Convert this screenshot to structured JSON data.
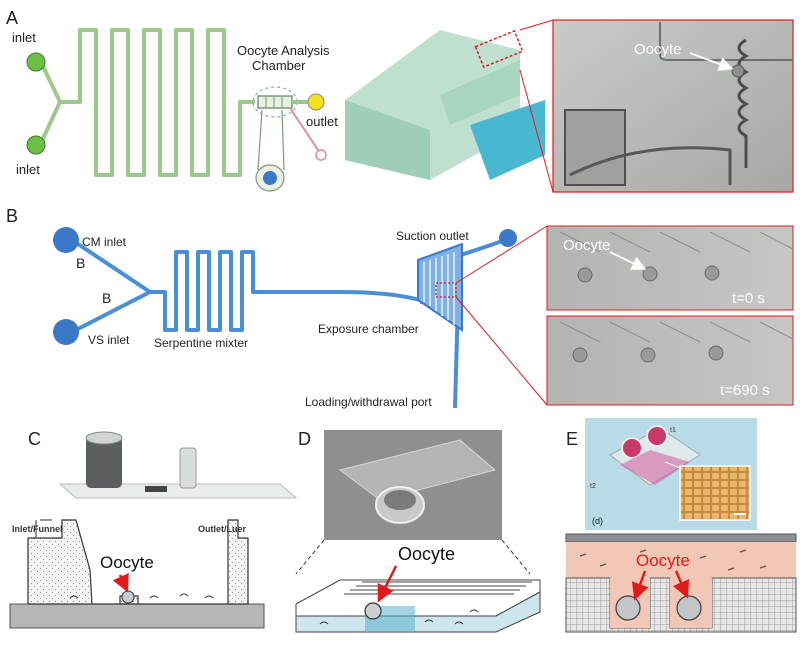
{
  "panel_labels": {
    "a": "A",
    "b": "B",
    "c": "C",
    "d": "D",
    "e": "E"
  },
  "panel_a": {
    "inlet_top": "inlet",
    "inlet_bottom": "inlet",
    "chamber_label_line1": "Oocyte Analysis",
    "chamber_label_line2": "Chamber",
    "outlet": "outlet",
    "micrograph_oocyte": "Oocyte"
  },
  "panel_b": {
    "cm_inlet": "CM inlet",
    "vs_inlet": "VS inlet",
    "branch_upper": "B",
    "branch_lower": "B",
    "serpentine": "Serpentine mixter",
    "suction_outlet": "Suction outlet",
    "exposure_chamber": "Exposure chamber",
    "loading_port": "Loading/withdrawal port",
    "micrograph_oocyte": "Oocyte",
    "time_top": "t=0 s",
    "time_bottom": "t=690 s"
  },
  "panel_c": {
    "inlet_funnel": "Inlet/Funnel",
    "outlet_luer": "Outlet/Luer",
    "oocyte": "Oocyte"
  },
  "panel_d": {
    "oocyte": "Oocyte"
  },
  "panel_e": {
    "photo_label_1": "t1",
    "photo_label_2": "t2",
    "inset_label": "(d)",
    "oocyte": "Oocyte"
  },
  "colors": {
    "chip_green": "#9cc98a",
    "inlet_green": "#6cc04a",
    "outlet_yellow": "#f2e11c",
    "port_blue": "#3c78c8",
    "channel_blue": "#4a8fd6",
    "arrow_red": "#e01b1b",
    "medium_pink": "#f3c7b5",
    "micrograph_gray": "#b9bbb8"
  }
}
